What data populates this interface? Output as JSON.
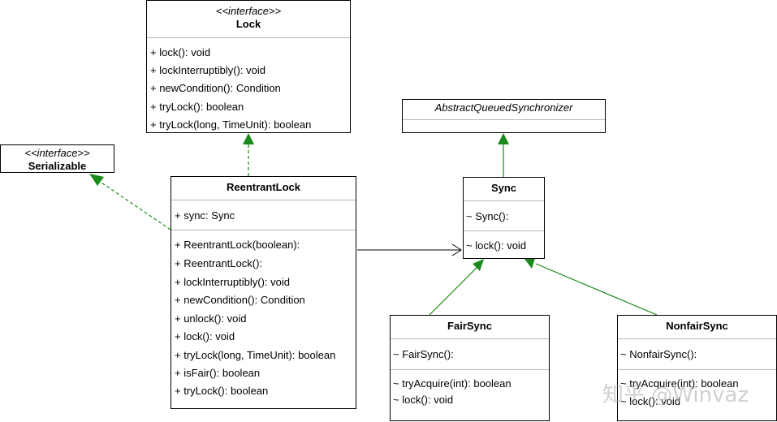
{
  "lock": {
    "stereotype": "<<interface>>",
    "name": "Lock",
    "methods": [
      "+ lock(): void",
      "+ lockInterruptibly(): void",
      "+ newCondition(): Condition",
      "+ tryLock(): boolean",
      "+ tryLock(long, TimeUnit): boolean"
    ]
  },
  "serializable": {
    "stereotype": "<<interface>>",
    "name": "Serializable"
  },
  "aqs": {
    "name": "AbstractQueuedSynchronizer"
  },
  "reentrant": {
    "name": "ReentrantLock",
    "fields": [
      "+ sync: Sync"
    ],
    "methods": [
      "+ ReentrantLock(boolean):",
      "+ ReentrantLock():",
      "+ lockInterruptibly(): void",
      "+ newCondition(): Condition",
      "+ unlock(): void",
      "+ lock(): void",
      "+ tryLock(long, TimeUnit): boolean",
      "+ isFair(): boolean",
      "+ tryLock(): boolean"
    ]
  },
  "sync": {
    "name": "Sync",
    "constructors": [
      "~ Sync():"
    ],
    "methods": [
      "~ lock(): void"
    ]
  },
  "fairsync": {
    "name": "FairSync",
    "constructors": [
      "~ FairSync():"
    ],
    "methods": [
      "~ tryAcquire(int): boolean",
      "~ lock(): void"
    ]
  },
  "nonfairsync": {
    "name": "NonfairSync",
    "constructors": [
      "~ NonfairSync():"
    ],
    "methods": [
      "~ tryAcquire(int): boolean",
      "~ lock(): void"
    ]
  },
  "watermark": "知乎 @Winvaz",
  "colors": {
    "arrow": "#1a8a1a",
    "line": "#000000"
  }
}
